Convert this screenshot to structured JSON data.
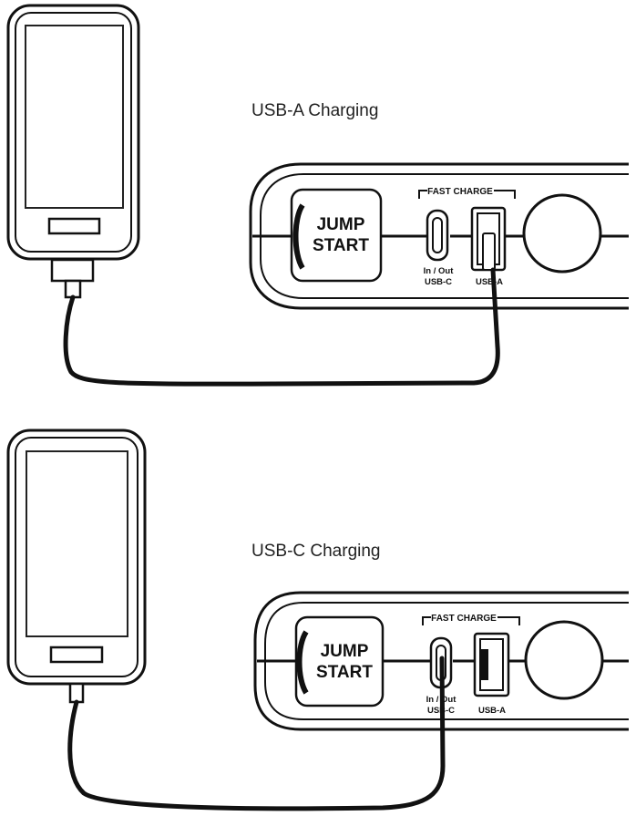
{
  "panels": [
    {
      "caption": "USB-A Charging",
      "device": {
        "jump_line1": "JUMP",
        "jump_line2": "START",
        "fast_charge": "FAST CHARGE",
        "usbc_line1": "In / Out",
        "usbc_line2": "USB-C",
        "usba_label": "USB-A"
      }
    },
    {
      "caption": "USB-C Charging",
      "device": {
        "jump_line1": "JUMP",
        "jump_line2": "START",
        "fast_charge": "FAST CHARGE",
        "usbc_line1": "In / Out",
        "usbc_line2": "USB-C",
        "usba_label": "USB-A"
      }
    }
  ],
  "colors": {
    "line": "#111111",
    "fill": "#ffffff",
    "screen_stroke": "#222222"
  }
}
